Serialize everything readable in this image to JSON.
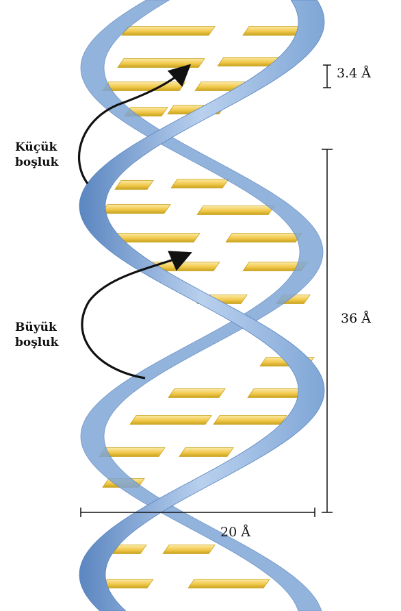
{
  "labels": {
    "minor_groove": [
      "Küçük",
      "boşluk"
    ],
    "major_groove": [
      "Büyük",
      "boşluk"
    ],
    "rise": "3.4 Å",
    "pitch": "36 Å",
    "diameter": "20 Å"
  },
  "colors": {
    "backbone": "#7fa6d6",
    "backbone_light": "#b9d0ee",
    "backbone_dark": "#5b86c0",
    "base": "#f2c94c",
    "base_light": "#fbe9a6",
    "base_dark": "#c9a21f",
    "ink": "#111111"
  }
}
